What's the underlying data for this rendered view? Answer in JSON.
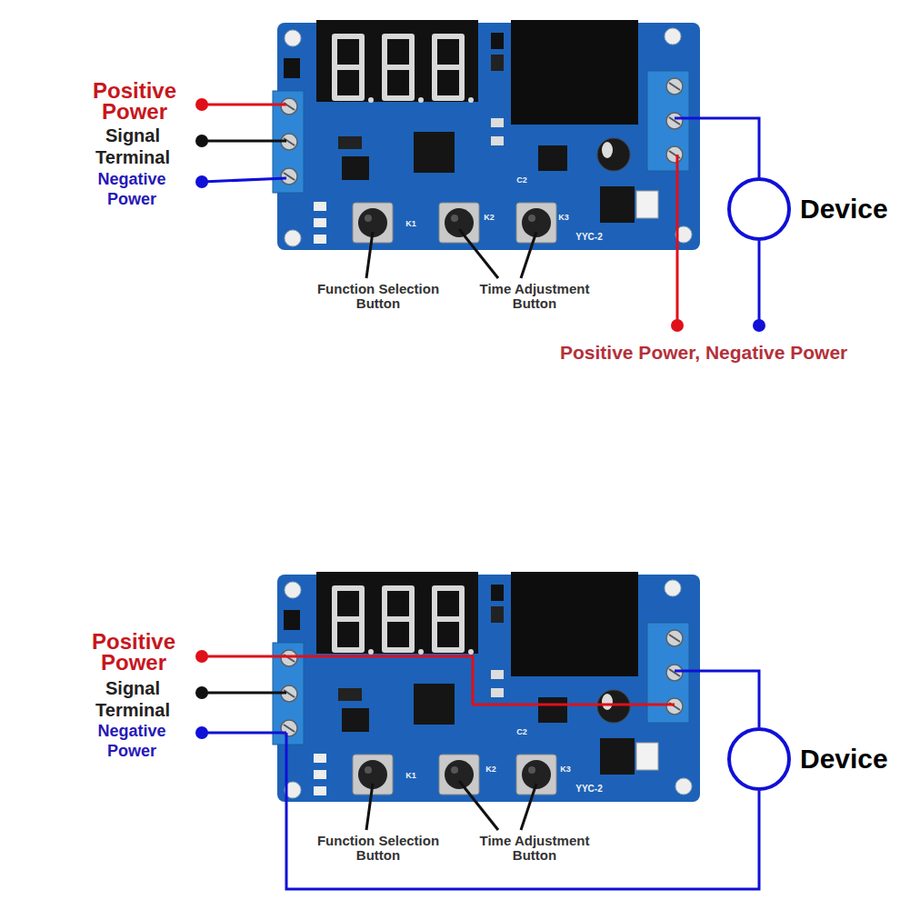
{
  "diagram": {
    "nodes": [
      {
        "text": [
          "Device"
        ]
      },
      {
        "text": [
          "Device"
        ]
      }
    ],
    "labels": [
      "Positive Power",
      "Signal Terminal",
      "Negative Power",
      "K1",
      "K2",
      "K3",
      "C2",
      "YYC-2",
      "Function Selection Button",
      "Time Adjustment Button",
      "Positive Power, Negative Power",
      "Positive Power",
      "Signal Terminal",
      "Negative Power",
      "K1",
      "K2",
      "K3",
      "C2",
      "YYC-2",
      "Function Selection Button",
      "Time Adjustment Button"
    ]
  }
}
